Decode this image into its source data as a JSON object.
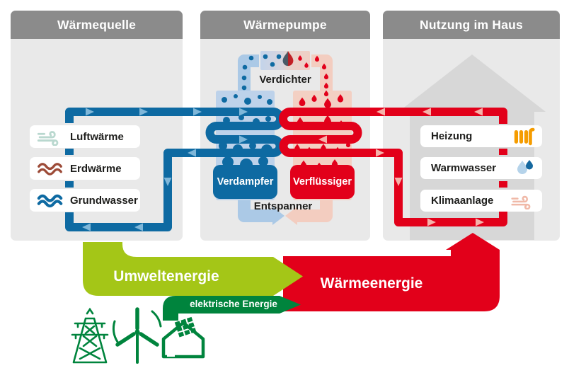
{
  "source_panel": {
    "title": "Wärmequelle",
    "items": [
      {
        "label": "Luftwärme",
        "icon": "wind-icon"
      },
      {
        "label": "Erdwärme",
        "icon": "earth-heat-waves-icon"
      },
      {
        "label": "Grundwasser",
        "icon": "groundwater-waves-icon"
      }
    ]
  },
  "pump_panel": {
    "title": "Wärmepumpe",
    "compressor_label": "Verdichter",
    "evaporator_label": "Verdampfer",
    "condenser_label": "Verflüssiger",
    "expander_label": "Entspanner"
  },
  "house_panel": {
    "title": "Nutzung im Haus",
    "items": [
      {
        "label": "Heizung",
        "icon": "radiator-icon"
      },
      {
        "label": "Warmwasser",
        "icon": "water-drop-icon"
      },
      {
        "label": "Klimaanlage",
        "icon": "airflow-icon"
      }
    ]
  },
  "energy_arrows": {
    "environment_label": "Umweltenergie",
    "electric_label": "elektrische Energie",
    "heat_label": "Wärmeenergie"
  },
  "electricity_source_icons": [
    "power-pylon-icon",
    "wind-turbine-icon",
    "solar-panel-house-icon"
  ],
  "colors": {
    "cold_blue": "#0e6aa2",
    "hot_red": "#e2001a",
    "environment_green": "#a4c617",
    "electric_green": "#00843d",
    "header_gray": "#8b8b8b",
    "panel_gray": "#e9e9e9",
    "house_gray": "#d7d7d7",
    "heating_orange": "#f59c00"
  }
}
